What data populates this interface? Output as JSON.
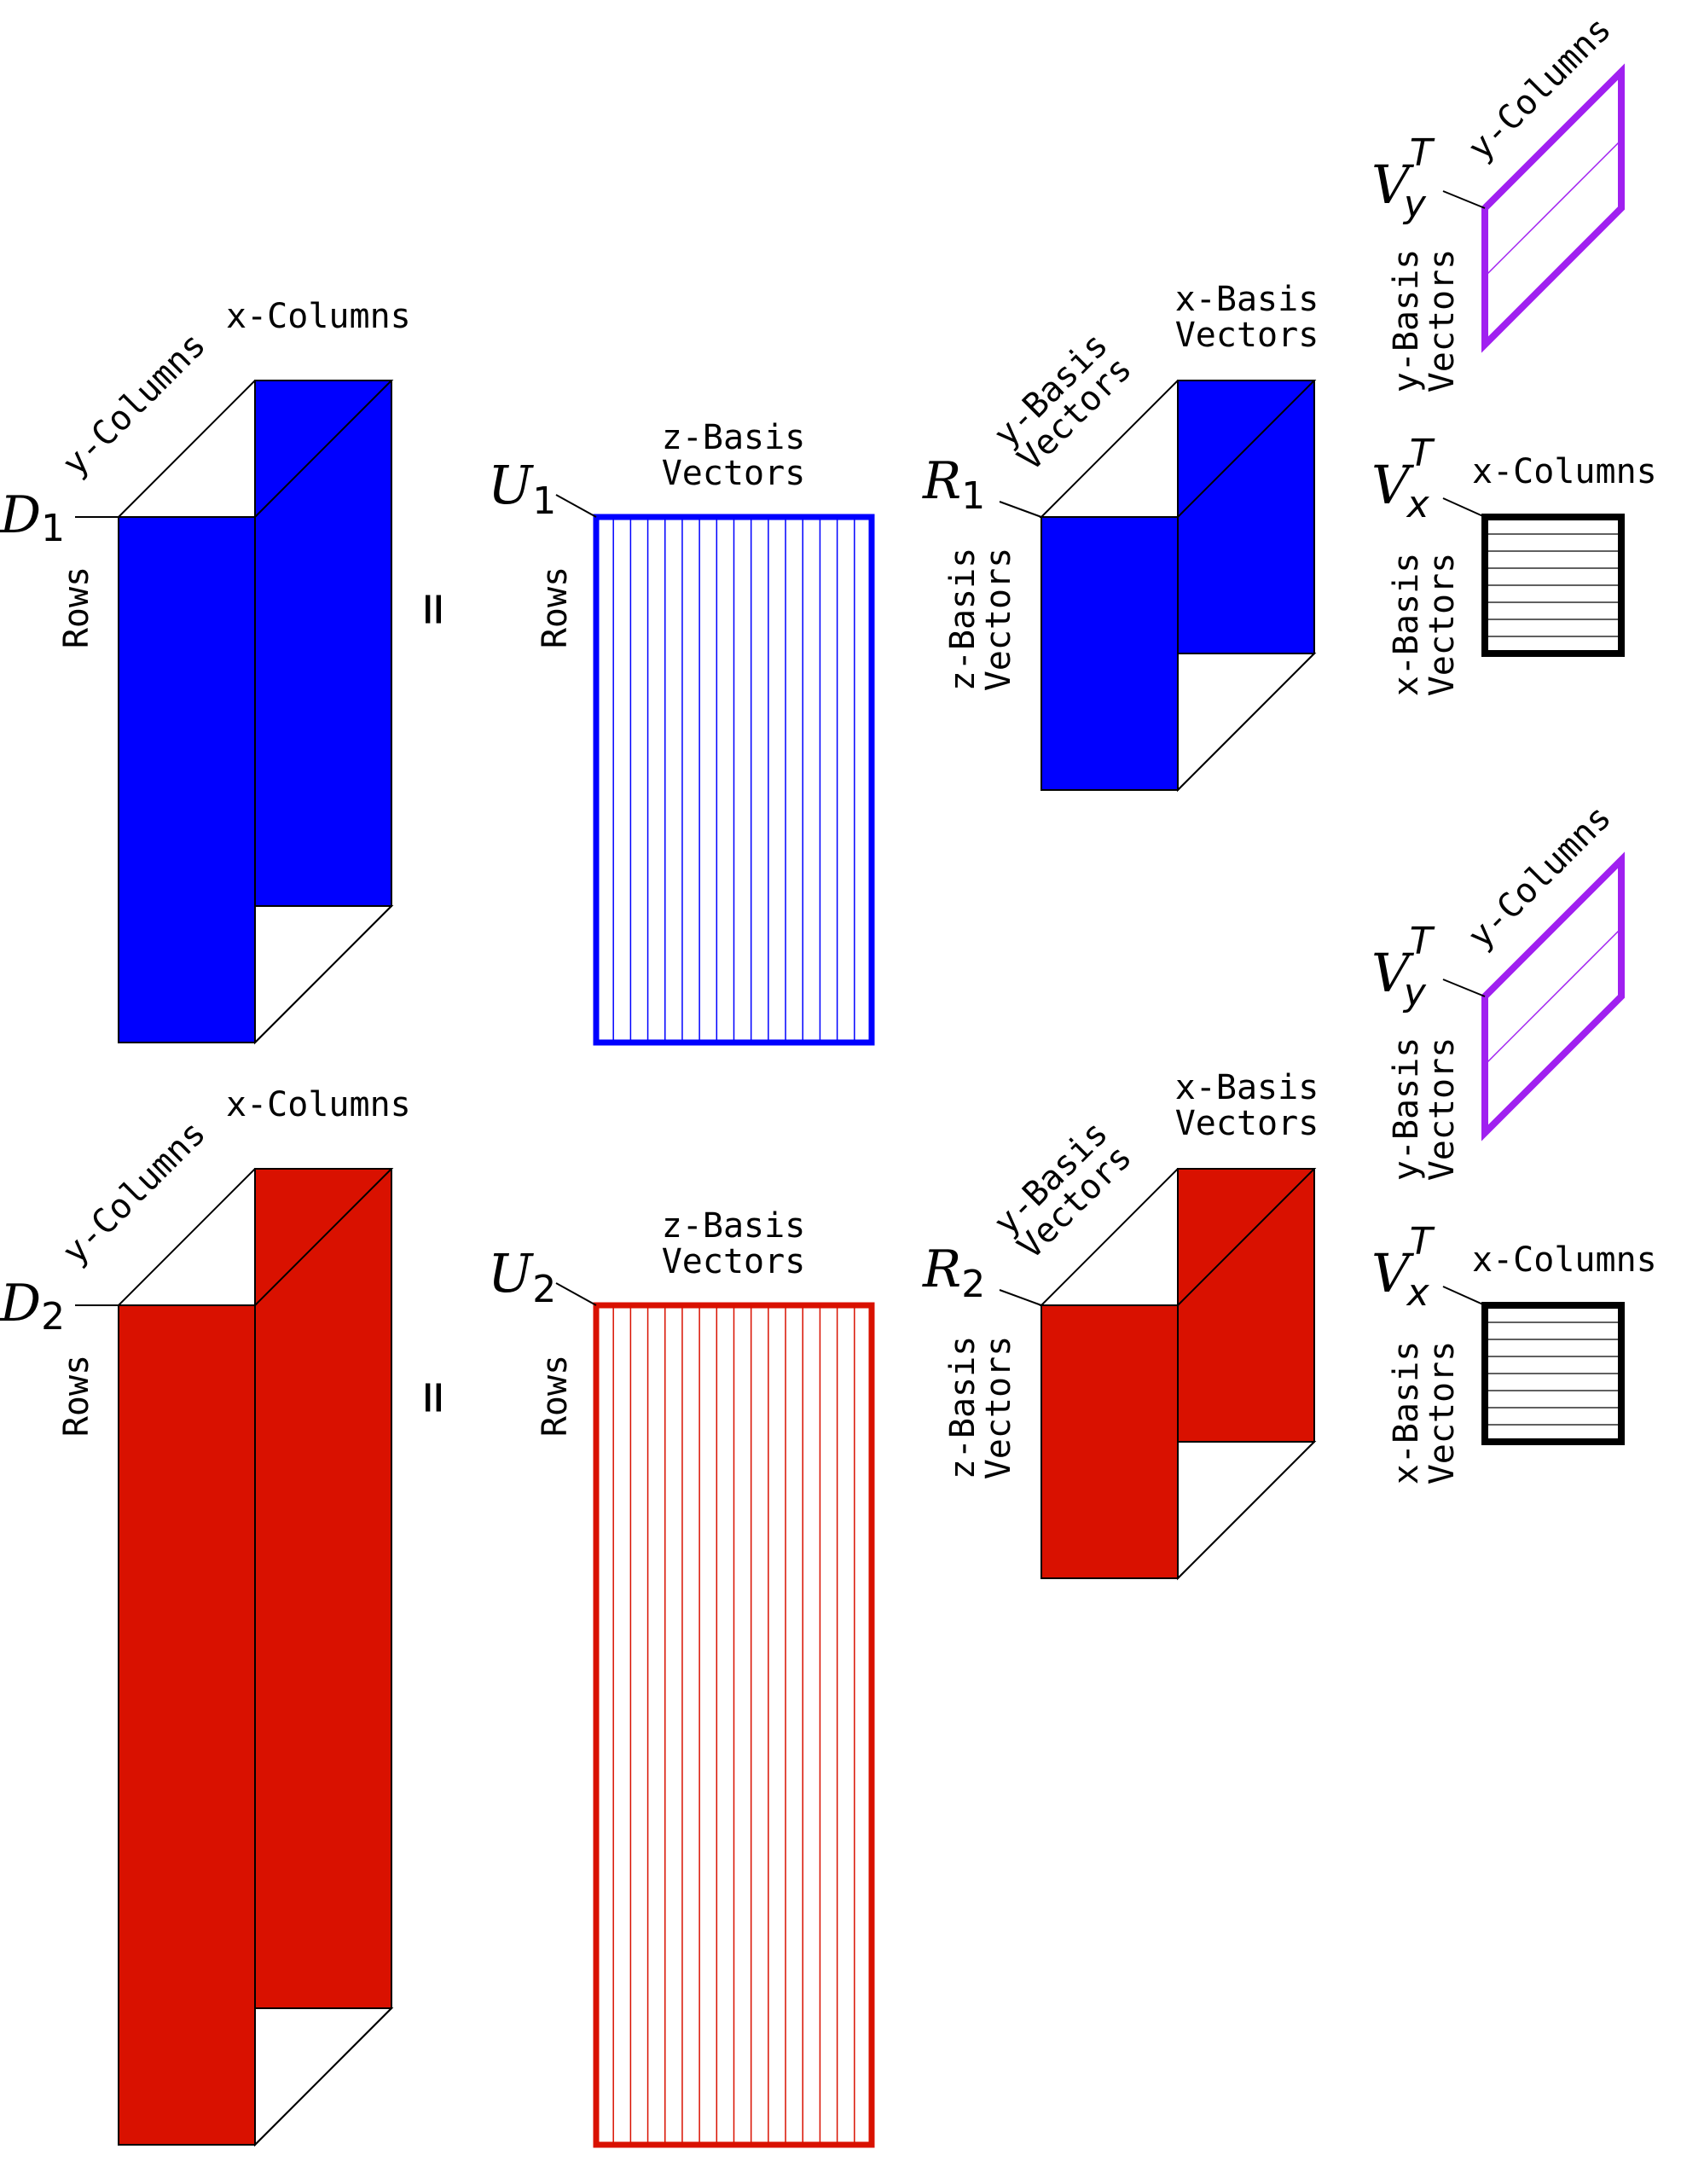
{
  "colors": {
    "blue": "#0000ff",
    "red": "#d91100",
    "purple": "#a020f0",
    "black": "#000000",
    "white": "#ffffff"
  },
  "equals_sign": "=",
  "rows": [
    {
      "d": {
        "letter": "D",
        "sub": "1",
        "label_rows": "Rows",
        "label_ycols": "y-Columns",
        "label_xcols": "x-Columns"
      },
      "u": {
        "letter": "U",
        "sub": "1",
        "label_top_1": "z-Basis",
        "label_top_2": "Vectors",
        "label_rows": "Rows"
      },
      "r": {
        "letter": "R",
        "sub": "1",
        "label_y_1": "y-Basis",
        "label_y_2": "Vectors",
        "label_x_1": "x-Basis",
        "label_x_2": "Vectors",
        "label_z_1": "z-Basis",
        "label_z_2": "Vectors"
      },
      "vy": {
        "letter": "V",
        "sub": "y",
        "sup": "T",
        "label_cols": "y-Columns",
        "label_basis_1": "y-Basis",
        "label_basis_2": "Vectors"
      },
      "vx": {
        "letter": "V",
        "sub": "x",
        "sup": "T",
        "label_cols": "x-Columns",
        "label_basis_1": "x-Basis",
        "label_basis_2": "Vectors"
      }
    },
    {
      "d": {
        "letter": "D",
        "sub": "2",
        "label_rows": "Rows",
        "label_ycols": "y-Columns",
        "label_xcols": "x-Columns"
      },
      "u": {
        "letter": "U",
        "sub": "2",
        "label_top_1": "z-Basis",
        "label_top_2": "Vectors",
        "label_rows": "Rows"
      },
      "r": {
        "letter": "R",
        "sub": "2",
        "label_y_1": "y-Basis",
        "label_y_2": "Vectors",
        "label_x_1": "x-Basis",
        "label_x_2": "Vectors",
        "label_z_1": "z-Basis",
        "label_z_2": "Vectors"
      },
      "vy": {
        "letter": "V",
        "sub": "y",
        "sup": "T",
        "label_cols": "y-Columns",
        "label_basis_1": "y-Basis",
        "label_basis_2": "Vectors"
      },
      "vx": {
        "letter": "V",
        "sub": "x",
        "sup": "T",
        "label_cols": "x-Columns",
        "label_basis_1": "x-Basis",
        "label_basis_2": "Vectors"
      }
    }
  ]
}
